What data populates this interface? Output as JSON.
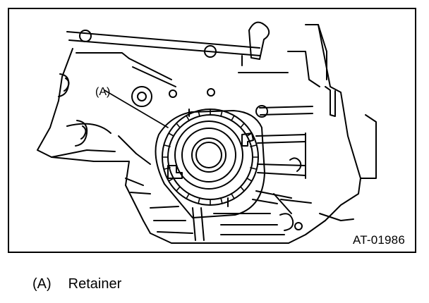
{
  "figure": {
    "callout": "(A)",
    "id": "AT-01986"
  },
  "legend": {
    "items": [
      {
        "key": "(A)",
        "label": "Retainer"
      }
    ]
  }
}
